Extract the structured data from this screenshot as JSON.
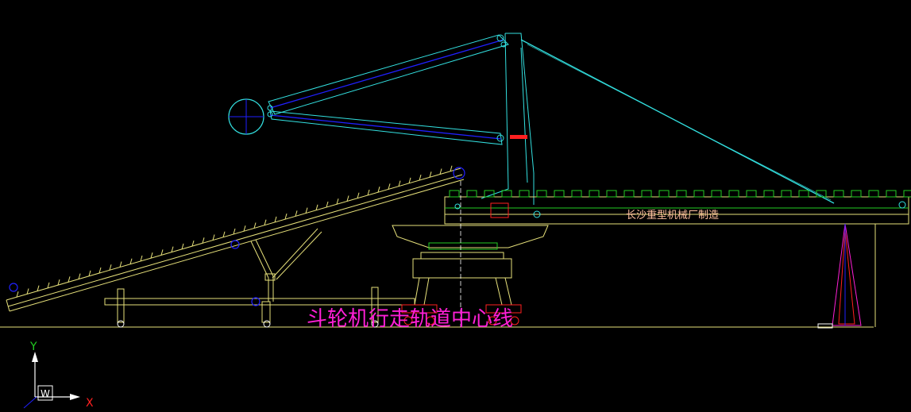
{
  "drawing": {
    "center_line_label": "斗轮机行走轨道中心线",
    "manufacturer_label": "长沙重型机械厂制造",
    "axis": {
      "y_label": "Y",
      "x_label": "X",
      "ucs_label": "W"
    }
  },
  "colors": {
    "background": "#000000",
    "cyan": "#33e0e0",
    "blue": "#2020ff",
    "yellow": "#e6e07a",
    "green": "#22cc22",
    "magenta": "#ff1fd6",
    "red": "#ff2020",
    "peach": "#ffc0a0",
    "white": "#ffffff"
  }
}
